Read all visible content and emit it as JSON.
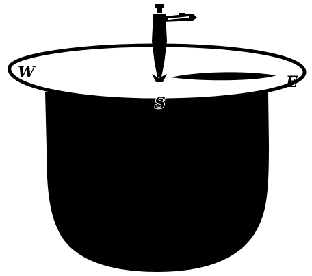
{
  "compass": {
    "west": "W",
    "east": "E",
    "south": "S"
  },
  "colors": {
    "ink": "#000000",
    "paper": "#ffffff"
  },
  "icons": {
    "main": "hat-sundial-illustration",
    "gnomon": "gnomon-figure-icon"
  }
}
